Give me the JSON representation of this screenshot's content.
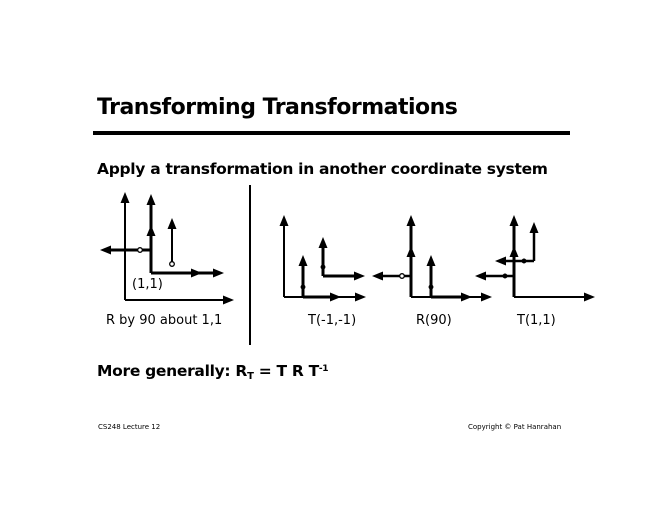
{
  "slide": {
    "title": "Transforming Transformations",
    "subtitle": "Apply a transformation in another coordinate system",
    "diagram": {
      "point_label": "(1,1)",
      "captions": [
        "R by 90 about 1,1",
        "T(-1,-1)",
        "R(90)",
        "T(1,1)"
      ]
    },
    "formula": {
      "prefix": "More generally: ",
      "r": "R",
      "r_sub": "T",
      "equals": " =  T R T",
      "exp": "-1"
    },
    "footer": {
      "left": "CS248 Lecture 12",
      "right": "Copyright © Pat Hanrahan"
    }
  }
}
